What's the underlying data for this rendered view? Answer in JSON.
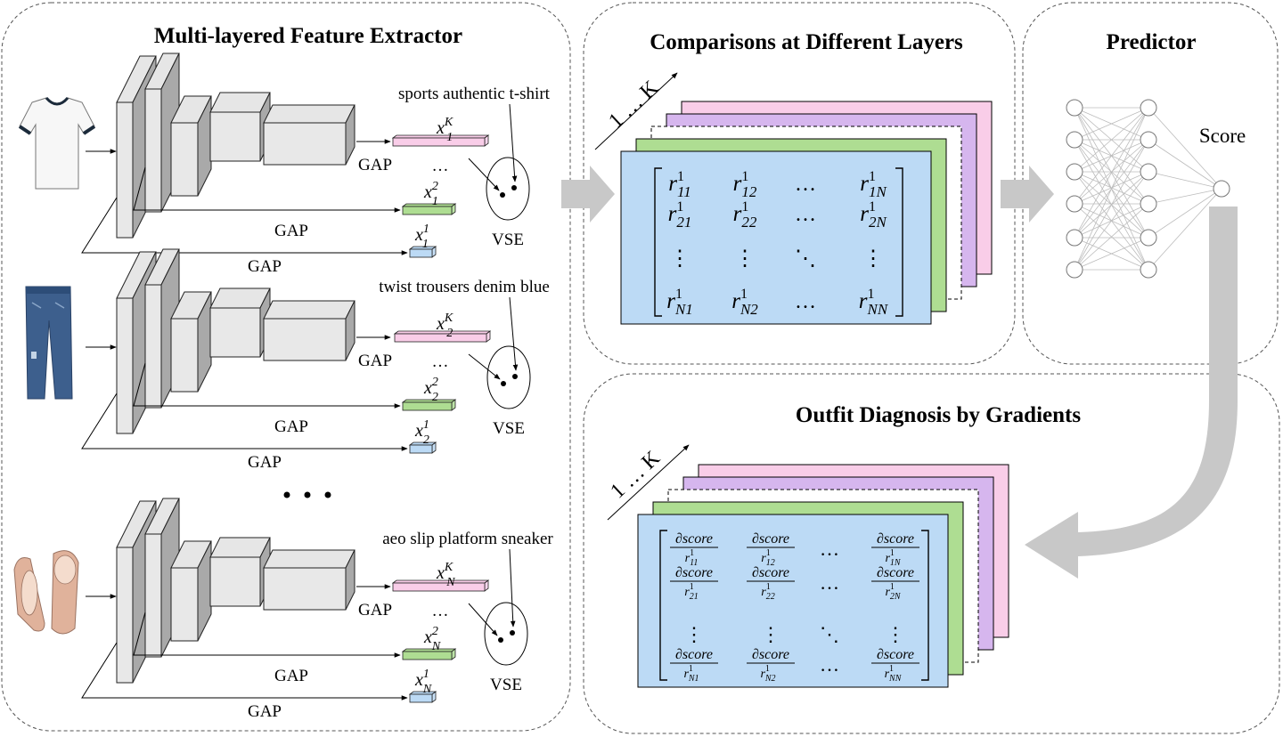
{
  "panels": {
    "extractor_title": "Multi-layered Feature Extractor",
    "comparison_title": "Comparisons at Different Layers",
    "predictor_title": "Predictor",
    "diagnosis_title": "Outfit Diagnosis by Gradients"
  },
  "labels": {
    "gap": "GAP",
    "vse": "VSE",
    "score": "Score",
    "dots": "…",
    "layer_range": "1 … K"
  },
  "items": [
    {
      "caption": "sports authentic t-shirt",
      "image_icon": "tshirt-image"
    },
    {
      "caption": "twist trousers denim blue",
      "image_icon": "jeans-image"
    },
    {
      "caption": "aeo slip platform sneaker",
      "image_icon": "sneaker-image"
    }
  ],
  "feature_labels": [
    [
      "x",
      "1",
      "K"
    ],
    [
      "x",
      "1",
      "2"
    ],
    [
      "x",
      "1",
      "1"
    ],
    [
      "x",
      "2",
      "K"
    ],
    [
      "x",
      "2",
      "2"
    ],
    [
      "x",
      "2",
      "1"
    ],
    [
      "x",
      "N",
      "K"
    ],
    [
      "x",
      "N",
      "2"
    ],
    [
      "x",
      "N",
      "1"
    ]
  ],
  "comparison_matrix": {
    "rows": [
      [
        "r",
        "11",
        "1"
      ],
      [
        "r",
        "12",
        "1"
      ],
      [
        "…",
        "",
        ""
      ],
      [
        "r",
        "1N",
        "1"
      ],
      [
        "r",
        "21",
        "1"
      ],
      [
        "r",
        "22",
        "1"
      ],
      [
        "…",
        "",
        ""
      ],
      [
        "r",
        "2N",
        "1"
      ],
      [
        "⋮",
        "",
        ""
      ],
      [
        "⋮",
        "",
        ""
      ],
      [
        "⋱",
        "",
        ""
      ],
      [
        "⋮",
        "",
        ""
      ],
      [
        "r",
        "N1",
        "1"
      ],
      [
        "r",
        "N2",
        "1"
      ],
      [
        "…",
        "",
        ""
      ],
      [
        "r",
        "NN",
        "1"
      ]
    ]
  },
  "gradient_matrix": {
    "numerator": "∂score",
    "denominator": "r",
    "cells": [
      [
        "11",
        "12",
        "…",
        "1N"
      ],
      [
        "21",
        "22",
        "…",
        "2N"
      ],
      [
        "⋮",
        "⋮",
        "⋱",
        "⋮"
      ],
      [
        "N1",
        "N2",
        "…",
        "NN"
      ]
    ]
  },
  "colors": {
    "pink": "#f9cde8",
    "purple": "#d6b6ee",
    "green": "#aedd92",
    "blue": "#bcdaf5",
    "arrow_gray": "#c8c8c8"
  }
}
